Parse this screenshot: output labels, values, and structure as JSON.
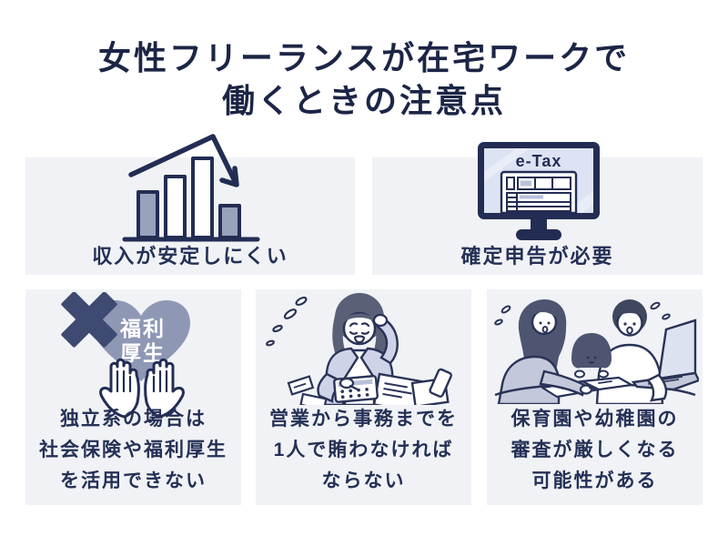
{
  "title": {
    "line1": "女性フリーランスが在宅ワークで",
    "line2": "働くときの注意点"
  },
  "colors": {
    "background": "#ffffff",
    "card_background": "#f1f2f5",
    "heading_navy": "#1c2546",
    "caption_navy": "#243056",
    "outline_navy": "#2a3357",
    "monitor_navy": "#232d54",
    "bar_gray_blue": "#99a2bc",
    "heart_gray_blue": "#8e98b4",
    "cross_navy": "#3e4a72",
    "lavender_fill": "#ced3e8",
    "screen_lavender": "#dde3f3"
  },
  "cards": [
    {
      "id": "income",
      "icon": "declining-bar-chart-icon",
      "caption": "収入が安定しにくい"
    },
    {
      "id": "tax",
      "icon": "etax-monitor-icon",
      "screen_label": "e-Tax",
      "caption": "確定申告が必要"
    },
    {
      "id": "welfare",
      "icon": "no-welfare-heart-hands-icon",
      "heart_label": {
        "line1": "福利",
        "line2": "厚生"
      },
      "caption_lines": [
        "独立系の場合は",
        "社会保険や福利厚生",
        "を活用できない"
      ]
    },
    {
      "id": "solo",
      "icon": "overworked-freelancer-icon",
      "caption_lines": [
        "営業から事務までを",
        "1人で賄わなければ",
        "ならない"
      ]
    },
    {
      "id": "nursery",
      "icon": "family-application-laptop-icon",
      "caption_lines": [
        "保育園や幼稚園の",
        "審査が厳しくなる",
        "可能性がある"
      ]
    }
  ]
}
